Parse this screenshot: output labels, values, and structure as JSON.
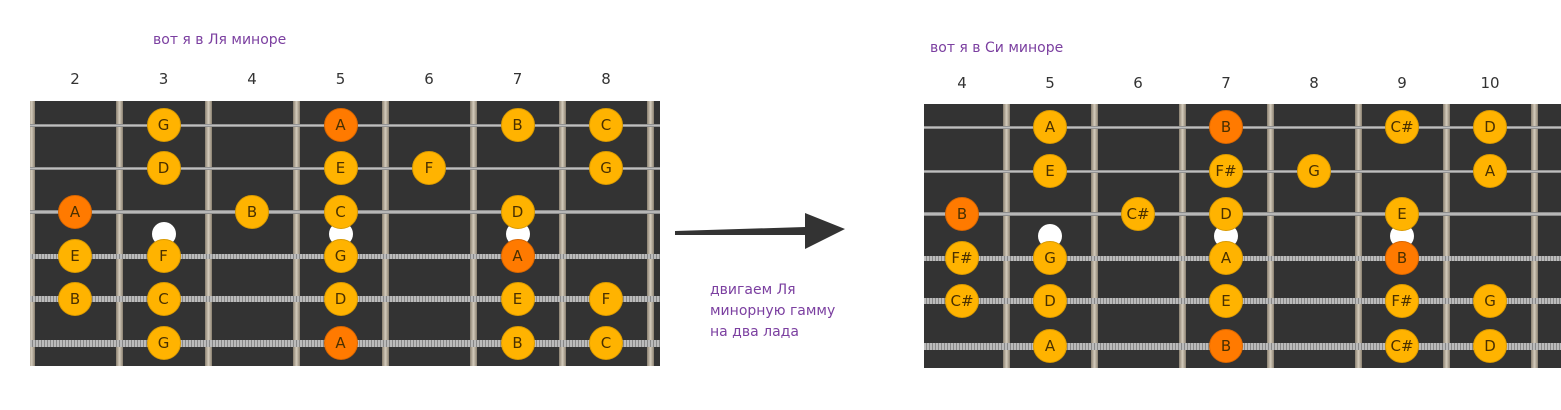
{
  "left": {
    "title": "вот я в Ля миноре",
    "frets": [
      2,
      3,
      4,
      5,
      6,
      7,
      8
    ],
    "notes": [
      [
        [
          3,
          "G"
        ],
        [
          5,
          "A",
          1
        ],
        [
          7,
          "B"
        ],
        [
          8,
          "C"
        ]
      ],
      [
        [
          3,
          "D"
        ],
        [
          5,
          "E"
        ],
        [
          6,
          "F"
        ],
        [
          8,
          "G"
        ]
      ],
      [
        [
          2,
          "A",
          1
        ],
        [
          4,
          "B"
        ],
        [
          5,
          "C"
        ],
        [
          7,
          "D"
        ]
      ],
      [
        [
          2,
          "E"
        ],
        [
          3,
          "F"
        ],
        [
          5,
          "G"
        ],
        [
          7,
          "A",
          1
        ]
      ],
      [
        [
          2,
          "B"
        ],
        [
          3,
          "C"
        ],
        [
          5,
          "D"
        ],
        [
          7,
          "E"
        ],
        [
          8,
          "F"
        ]
      ],
      [
        [
          3,
          "G"
        ],
        [
          5,
          "A",
          1
        ],
        [
          7,
          "B"
        ],
        [
          8,
          "C"
        ]
      ]
    ]
  },
  "right": {
    "title": "вот я в Си миноре",
    "frets": [
      4,
      5,
      6,
      7,
      8,
      9,
      10
    ],
    "notes": [
      [
        [
          5,
          "A"
        ],
        [
          7,
          "B",
          1
        ],
        [
          9,
          "C#"
        ],
        [
          10,
          "D"
        ]
      ],
      [
        [
          5,
          "E"
        ],
        [
          7,
          "F#"
        ],
        [
          8,
          "G"
        ],
        [
          10,
          "A"
        ]
      ],
      [
        [
          4,
          "B",
          1
        ],
        [
          6,
          "C#"
        ],
        [
          7,
          "D"
        ],
        [
          9,
          "E"
        ]
      ],
      [
        [
          4,
          "F#"
        ],
        [
          5,
          "G"
        ],
        [
          7,
          "A"
        ],
        [
          9,
          "B",
          1
        ]
      ],
      [
        [
          4,
          "C#"
        ],
        [
          5,
          "D"
        ],
        [
          7,
          "E"
        ],
        [
          9,
          "F#"
        ],
        [
          10,
          "G"
        ]
      ],
      [
        [
          5,
          "A"
        ],
        [
          7,
          "B",
          1
        ],
        [
          9,
          "C#"
        ],
        [
          10,
          "D"
        ]
      ]
    ]
  },
  "caption": [
    "двигаем Ля",
    "минорную гамму",
    "на два лада"
  ],
  "colors": {
    "note": "#ffb300",
    "root": "#ff7a00",
    "text": "#7b3fa0"
  }
}
